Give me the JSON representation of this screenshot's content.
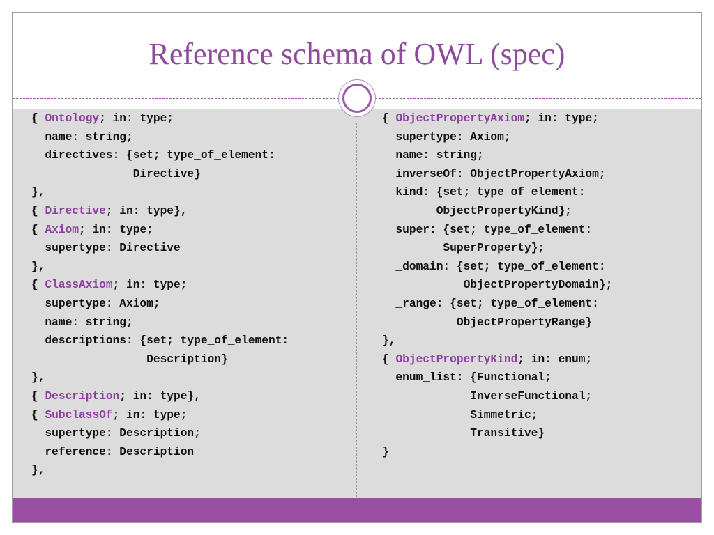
{
  "slide": {
    "title": "Reference schema of OWL (spec)"
  },
  "colors": {
    "accent": "#8e4a9c",
    "footer": "#9c4ea3",
    "content_bg": "#dcdcdc"
  },
  "left_code": [
    {
      "pre": "{ ",
      "kw": "Ontology",
      "post": "; in: type;"
    },
    {
      "pre": "  name: string;",
      "kw": "",
      "post": ""
    },
    {
      "pre": "  directives: {set; type_of_element:",
      "kw": "",
      "post": ""
    },
    {
      "pre": "               Directive}",
      "kw": "",
      "post": ""
    },
    {
      "pre": "},",
      "kw": "",
      "post": ""
    },
    {
      "pre": "{ ",
      "kw": "Directive",
      "post": "; in: type},"
    },
    {
      "pre": "{ ",
      "kw": "Axiom",
      "post": "; in: type;"
    },
    {
      "pre": "  supertype: Directive",
      "kw": "",
      "post": ""
    },
    {
      "pre": "},",
      "kw": "",
      "post": ""
    },
    {
      "pre": "{ ",
      "kw": "ClassAxiom",
      "post": "; in: type;"
    },
    {
      "pre": "  supertype: Axiom;",
      "kw": "",
      "post": ""
    },
    {
      "pre": "  name: string;",
      "kw": "",
      "post": ""
    },
    {
      "pre": "  descriptions: {set; type_of_element:",
      "kw": "",
      "post": ""
    },
    {
      "pre": "                 Description}",
      "kw": "",
      "post": ""
    },
    {
      "pre": "},",
      "kw": "",
      "post": ""
    },
    {
      "pre": "{ ",
      "kw": "Description",
      "post": "; in: type},"
    },
    {
      "pre": "{ ",
      "kw": "SubclassOf",
      "post": "; in: type;"
    },
    {
      "pre": "  supertype: Description;",
      "kw": "",
      "post": ""
    },
    {
      "pre": "  reference: Description",
      "kw": "",
      "post": ""
    },
    {
      "pre": "},",
      "kw": "",
      "post": ""
    }
  ],
  "right_code": [
    {
      "pre": "{ ",
      "kw": "ObjectPropertyAxiom",
      "post": "; in: type;"
    },
    {
      "pre": "  supertype: Axiom;",
      "kw": "",
      "post": ""
    },
    {
      "pre": "  name: string;",
      "kw": "",
      "post": ""
    },
    {
      "pre": "  inverseOf: ObjectPropertyAxiom;",
      "kw": "",
      "post": ""
    },
    {
      "pre": "  kind: {set; type_of_element:",
      "kw": "",
      "post": ""
    },
    {
      "pre": "        ObjectPropertyKind};",
      "kw": "",
      "post": ""
    },
    {
      "pre": "  super: {set; type_of_element:",
      "kw": "",
      "post": ""
    },
    {
      "pre": "         SuperProperty};",
      "kw": "",
      "post": ""
    },
    {
      "pre": "  _domain: {set; type_of_element:",
      "kw": "",
      "post": ""
    },
    {
      "pre": "            ObjectPropertyDomain};",
      "kw": "",
      "post": ""
    },
    {
      "pre": "  _range: {set; type_of_element:",
      "kw": "",
      "post": ""
    },
    {
      "pre": "           ObjectPropertyRange}",
      "kw": "",
      "post": ""
    },
    {
      "pre": "},",
      "kw": "",
      "post": ""
    },
    {
      "pre": "{ ",
      "kw": "ObjectPropertyKind",
      "post": "; in: enum;"
    },
    {
      "pre": "  enum_list: {Functional;",
      "kw": "",
      "post": ""
    },
    {
      "pre": "             InverseFunctional;",
      "kw": "",
      "post": ""
    },
    {
      "pre": "             Simmetric;",
      "kw": "",
      "post": ""
    },
    {
      "pre": "             Transitive}",
      "kw": "",
      "post": ""
    },
    {
      "pre": "}",
      "kw": "",
      "post": ""
    }
  ]
}
